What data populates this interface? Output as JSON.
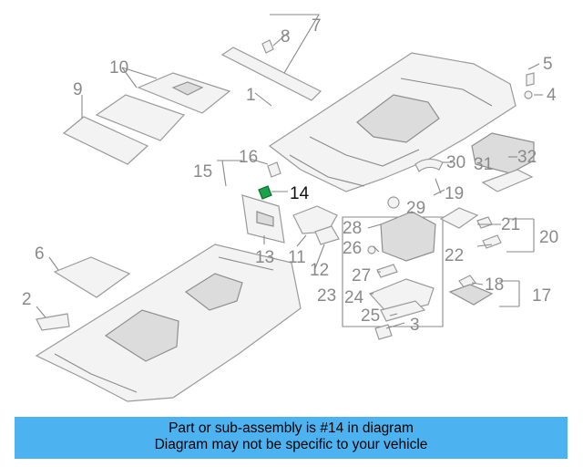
{
  "callouts": {
    "c1": "1",
    "c2": "2",
    "c3": "3",
    "c4": "4",
    "c5": "5",
    "c6": "6",
    "c7": "7",
    "c8": "8",
    "c9": "9",
    "c10": "10",
    "c11": "11",
    "c12": "12",
    "c13": "13",
    "c14": "14",
    "c15": "15",
    "c16": "16",
    "c17": "17",
    "c18": "18",
    "c19": "19",
    "c20": "20",
    "c21": "21",
    "c22": "22",
    "c23": "23",
    "c24": "24",
    "c25": "25",
    "c26": "26",
    "c27": "27",
    "c28": "28",
    "c29": "29",
    "c30": "30",
    "c31": "31",
    "c32": "32"
  },
  "highlight_part": "14",
  "highlight_color": "#1aa34a",
  "banner": {
    "line1": "Part or sub-assembly is #14 in diagram",
    "line2": "Diagram may not be specific to your vehicle",
    "color": "#4db3f0"
  }
}
